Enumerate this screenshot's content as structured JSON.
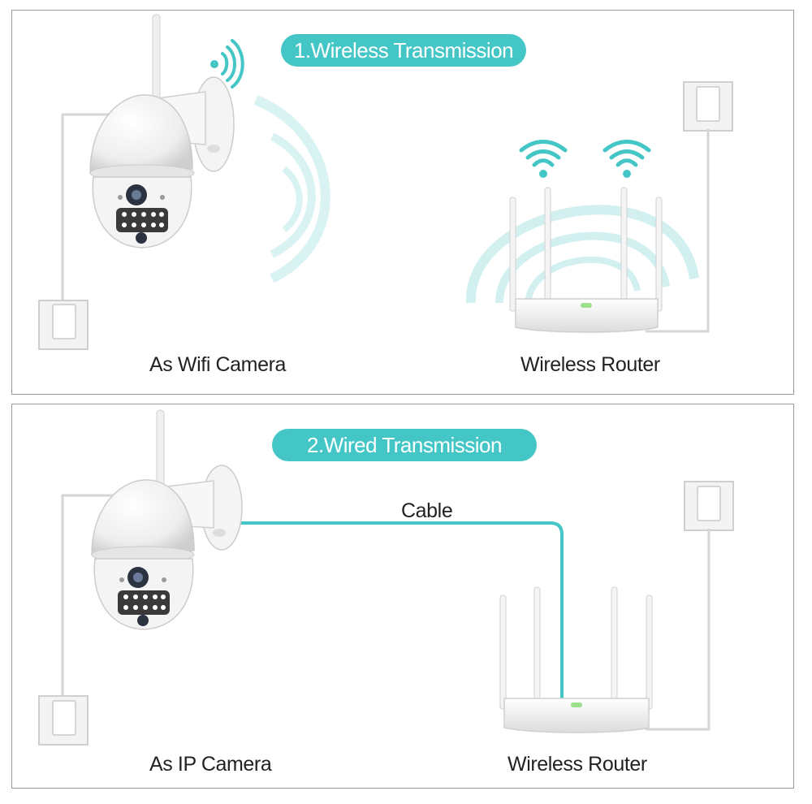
{
  "panels": {
    "wireless": {
      "title": "1.Wireless Transmission",
      "camera_label": "As Wifi Camera",
      "router_label": "Wireless Router"
    },
    "wired": {
      "title": "2.Wired Transmission",
      "cable_label": "Cable",
      "camera_label": "As IP Camera",
      "router_label": "Wireless Router"
    }
  },
  "colors": {
    "accent": "#45c6c6",
    "border": "#9a9a9a",
    "device": "#f2f2f2"
  },
  "icons": [
    "wifi-icon",
    "dome-camera-icon",
    "router-icon",
    "power-socket-icon"
  ]
}
